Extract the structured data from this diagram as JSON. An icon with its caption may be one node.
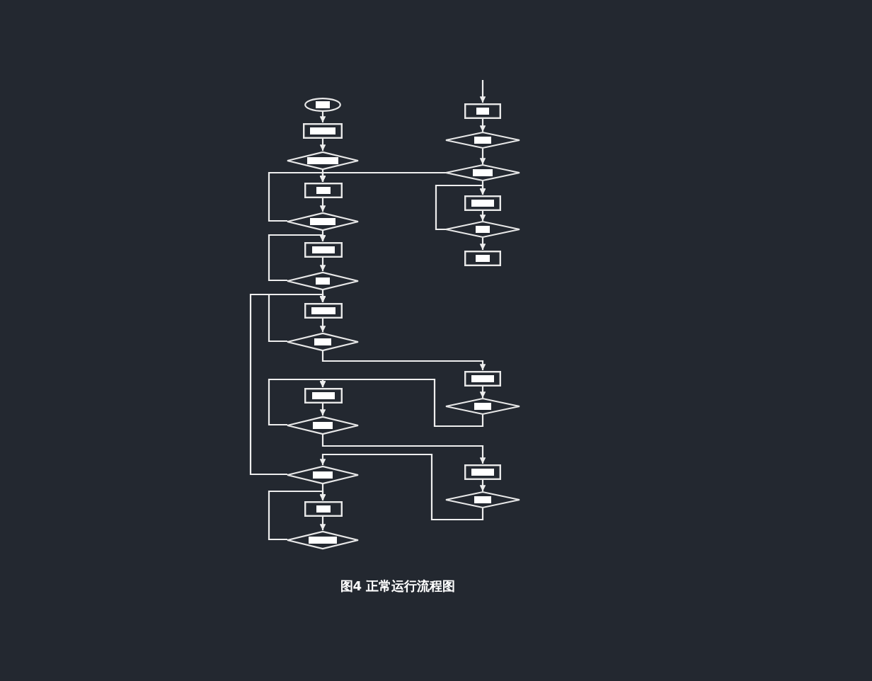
{
  "diagram": {
    "caption": "图4 正常运行流程图",
    "nodes": [
      {
        "text": [],
        "shape": "ellipse"
      },
      {
        "text": [],
        "shape": "box"
      },
      {
        "text": [],
        "shape": "diamond"
      },
      {
        "text": [],
        "shape": "box"
      },
      {
        "text": [],
        "shape": "diamond"
      },
      {
        "text": [],
        "shape": "box"
      },
      {
        "text": [],
        "shape": "diamond"
      },
      {
        "text": [],
        "shape": "box"
      },
      {
        "text": [],
        "shape": "diamond"
      },
      {
        "text": [],
        "shape": "box"
      },
      {
        "text": [],
        "shape": "diamond"
      },
      {
        "text": [],
        "shape": "diamond"
      },
      {
        "text": [],
        "shape": "box"
      },
      {
        "text": [],
        "shape": "diamond"
      },
      {
        "text": [],
        "shape": "box"
      },
      {
        "text": [],
        "shape": "diamond"
      },
      {
        "text": [],
        "shape": "diamond"
      },
      {
        "text": [],
        "shape": "box"
      },
      {
        "text": [],
        "shape": "diamond"
      },
      {
        "text": [],
        "shape": "box"
      },
      {
        "text": [],
        "shape": "box"
      },
      {
        "text": [],
        "shape": "diamond"
      },
      {
        "text": [],
        "shape": "box"
      },
      {
        "text": [],
        "shape": "diamond"
      }
    ],
    "edges": [
      {
        "from": 0,
        "to": 1,
        "arrow": "to"
      },
      {
        "from": 1,
        "to": 2,
        "arrow": "to"
      },
      {
        "from": 2,
        "to": 3,
        "arrow": "to"
      },
      {
        "from": 3,
        "to": 4,
        "arrow": "to"
      },
      {
        "from": 4,
        "to": 5,
        "arrow": "to"
      },
      {
        "from": 5,
        "to": 6,
        "arrow": "to"
      },
      {
        "from": 6,
        "to": 7,
        "arrow": "to"
      },
      {
        "from": 7,
        "to": 8,
        "arrow": "to"
      },
      {
        "from": 4,
        "to": 3,
        "arrow": "to"
      },
      {
        "from": 16,
        "to": 3,
        "arrow": "to"
      },
      {
        "from": 6,
        "to": 5,
        "arrow": "to"
      },
      {
        "from": 8,
        "to": 7,
        "arrow": "to"
      },
      {
        "from": 11,
        "to": 7,
        "arrow": "to"
      },
      {
        "from": 8,
        "to": 20,
        "arrow": "to"
      },
      {
        "from": 20,
        "to": 21,
        "arrow": "to"
      },
      {
        "from": 21,
        "to": 9,
        "arrow": "to"
      },
      {
        "from": 9,
        "to": 10,
        "arrow": "to"
      },
      {
        "from": 10,
        "to": 9,
        "arrow": "to"
      },
      {
        "from": 10,
        "to": 22,
        "arrow": "to"
      },
      {
        "from": 22,
        "to": 23,
        "arrow": "to"
      },
      {
        "from": 23,
        "to": 11,
        "arrow": "to"
      },
      {
        "from": 11,
        "to": 12,
        "arrow": "to"
      },
      {
        "from": 12,
        "to": 13,
        "arrow": "to"
      },
      {
        "from": 13,
        "to": 12,
        "arrow": "to"
      },
      {
        "from": null,
        "to": 14,
        "arrow": "to"
      },
      {
        "from": 14,
        "to": 15,
        "arrow": "to"
      },
      {
        "from": 15,
        "to": 16,
        "arrow": "to"
      },
      {
        "from": 16,
        "to": 17,
        "arrow": "to"
      },
      {
        "from": 17,
        "to": 18,
        "arrow": "to"
      },
      {
        "from": 18,
        "to": 17,
        "arrow": "to"
      },
      {
        "from": 18,
        "to": 19,
        "arrow": "to"
      }
    ]
  }
}
